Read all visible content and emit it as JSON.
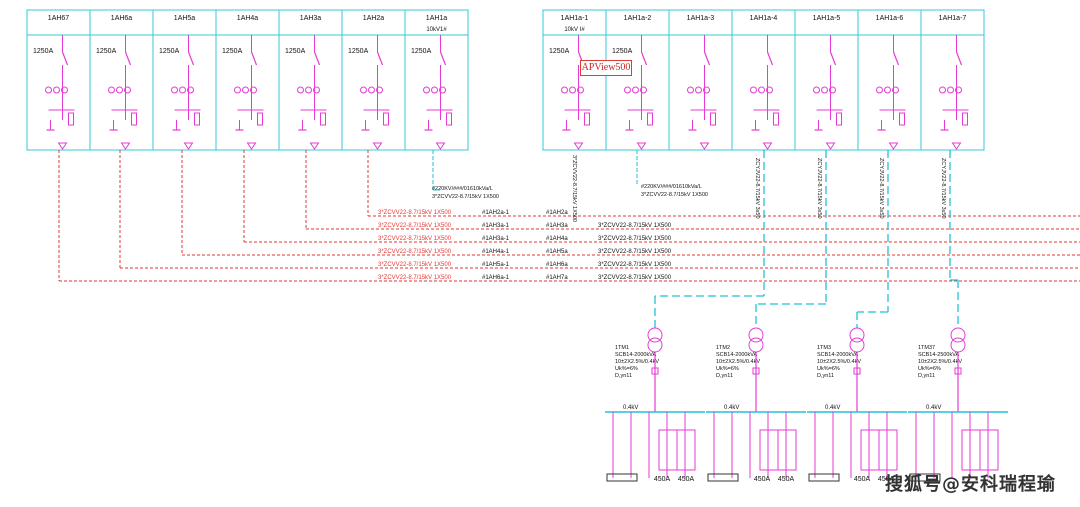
{
  "panels_left": [
    {
      "id": "1AH67",
      "rating": "1250A",
      "sub": ""
    },
    {
      "id": "1AH6a",
      "rating": "1250A",
      "sub": ""
    },
    {
      "id": "1AH5a",
      "rating": "1250A",
      "sub": ""
    },
    {
      "id": "1AH4a",
      "rating": "1250A",
      "sub": ""
    },
    {
      "id": "1AH3a",
      "rating": "1250A",
      "sub": ""
    },
    {
      "id": "1AH2a",
      "rating": "1250A",
      "sub": ""
    },
    {
      "id": "1AH1a",
      "rating": "1250A",
      "sub": "10kV1#"
    }
  ],
  "panels_right": [
    {
      "id": "1AH1a-1",
      "rating": "1250A",
      "sub": "10kV I#"
    },
    {
      "id": "1AH1a-2",
      "rating": "1250A",
      "sub": ""
    },
    {
      "id": "1AH1a-3",
      "rating": "",
      "sub": ""
    },
    {
      "id": "1AH1a-4",
      "rating": "",
      "sub": ""
    },
    {
      "id": "1AH1a-5",
      "rating": "",
      "sub": ""
    },
    {
      "id": "1AH1a-6",
      "rating": "",
      "sub": ""
    },
    {
      "id": "1AH1a-7",
      "rating": "",
      "sub": ""
    }
  ],
  "tag_label": "APView500",
  "cables_red": [
    {
      "cable": "3*ZCVV22-8.7/15kV 1X500",
      "from": "#1AH2a-1",
      "to": "#1AH2a"
    },
    {
      "cable": "3*ZCVV22-8.7/15kV 1X500",
      "from": "#1AH3a-1",
      "to": "#1AH3a"
    },
    {
      "cable": "3*ZCVV22-8.7/15kV 1X500",
      "from": "#1AH3a-1",
      "to": "#1AH4a"
    },
    {
      "cable": "3*ZCVV22-8.7/15kV 1X500",
      "from": "#1AH4a-1",
      "to": "#1AH5a"
    },
    {
      "cable": "3*ZCVV22-8.7/15kV 1X500",
      "from": "#1AH5a-1",
      "to": "#1AH6a"
    },
    {
      "cable": "3*ZCVV22-8.7/15kV 1X500",
      "from": "#1AH6a-1",
      "to": "#1AH7a"
    }
  ],
  "cable_right_label": "3*ZCVV22-8.7/15kV 1X500",
  "feeder_left_label": "#220KV/###/01610kVa/L",
  "feeder_left_cable": "3*ZCVV22-8.7/15kV 1X500",
  "feeder_right_label": "#220KV/###/01610kVa/L",
  "feeder_right_cable": "3*ZCVV22-8.7/15kV 1X500",
  "vertical_cable": "ZCYJV22-8.7/15kV 3x50",
  "vertical_cable_main": "3*ZCVV22-8.7/15kV 1X500",
  "transformers": [
    {
      "name": "1TM1",
      "model": "SCB14-2000kVA",
      "ratio": "10±2X2.5%/0.4kV",
      "uk": "Uk%=6%",
      "group": "D,yn11"
    },
    {
      "name": "1TM2",
      "model": "SCB14-2000kVA",
      "ratio": "10±2X2.5%/0.4kV",
      "uk": "Uk%=6%",
      "group": "D,yn11"
    },
    {
      "name": "1TM3",
      "model": "SCB14-2000kVA",
      "ratio": "10±2X2.5%/0.4kV",
      "uk": "Uk%=6%",
      "group": "D,yn11"
    },
    {
      "name": "1TM37",
      "model": "SCB14-2500kVA",
      "ratio": "10±2X2.5%/0.4kV",
      "uk": "Uk%=6%",
      "group": "D,yn11"
    }
  ],
  "lv_bus_label": "0.4kV",
  "lv_ratings": [
    "450A",
    "450A",
    "450A",
    "450A",
    "450A",
    "450A"
  ],
  "watermark": "搜狐号@安科瑞程瑜",
  "colors": {
    "panel": "#35c8d8",
    "device": "#e53ad6",
    "cable_red": "#e53935",
    "cable_cyan": "#22c2d6",
    "text": "#111111"
  }
}
